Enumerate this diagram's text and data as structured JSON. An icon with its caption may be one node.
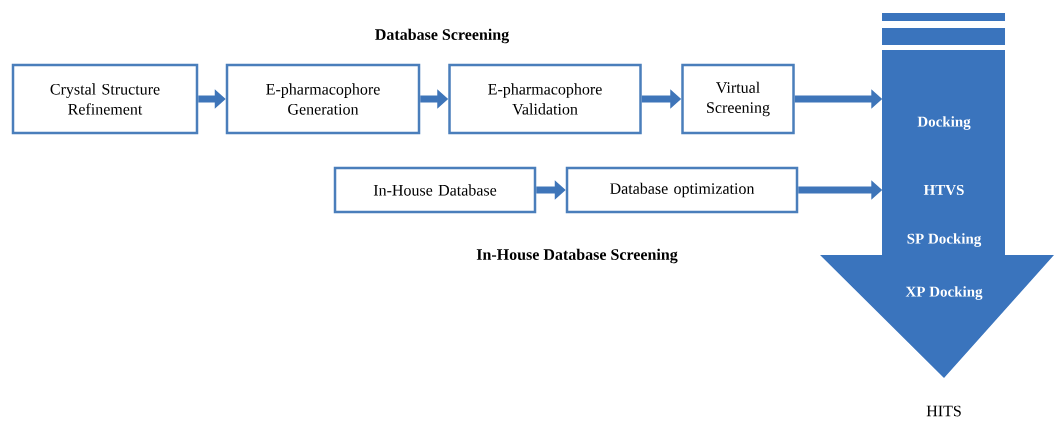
{
  "diagram": {
    "nodes": [
      {
        "text": [
          "Crystal Structure Refinement"
        ]
      },
      {
        "text": [
          "E-pharmacophore Generation"
        ]
      },
      {
        "text": [
          "E-pharmacophore Validation"
        ]
      },
      {
        "text": [
          "Virtual Screening"
        ]
      },
      {
        "text": [
          "In-House Database"
        ]
      },
      {
        "text": [
          "Database optimization"
        ]
      },
      {
        "text": [
          "Docking",
          "HTVS",
          "SP Docking",
          "XP Docking"
        ]
      }
    ],
    "edges": [
      {
        "from": 0,
        "to": 1,
        "arrow": "to"
      },
      {
        "from": 1,
        "to": 2,
        "arrow": "to"
      },
      {
        "from": 2,
        "to": 3,
        "arrow": "to"
      },
      {
        "from": 3,
        "to": 6,
        "arrow": "to"
      },
      {
        "from": 4,
        "to": 5,
        "arrow": "to"
      },
      {
        "from": 5,
        "to": 6,
        "arrow": "to"
      }
    ],
    "labels": [
      "Database Screening",
      "In-House Database Screening",
      "HITS"
    ]
  }
}
